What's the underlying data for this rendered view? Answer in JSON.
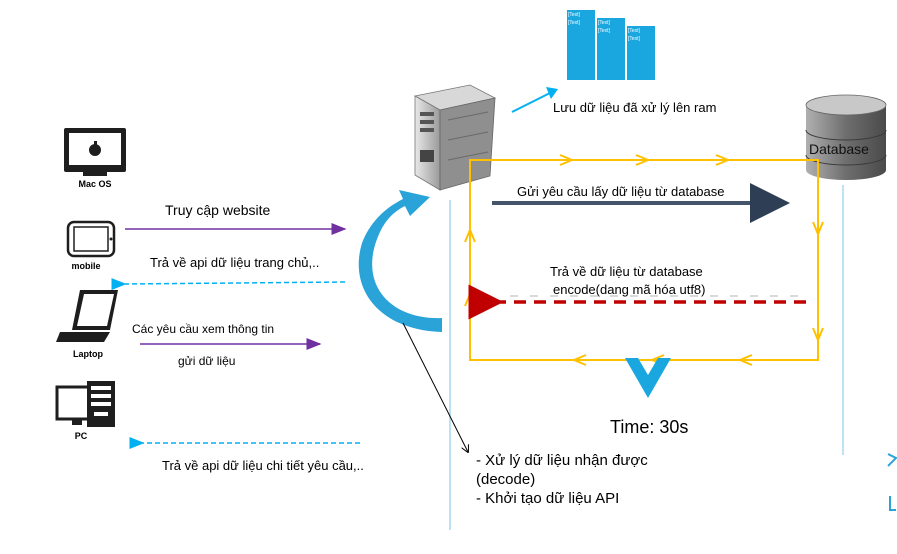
{
  "devices": [
    {
      "name": "mac",
      "label": "Mac OS"
    },
    {
      "name": "mobile",
      "label": "mobile"
    },
    {
      "name": "laptop",
      "label": "Laptop"
    },
    {
      "name": "pc",
      "label": "PC"
    }
  ],
  "flows": {
    "access_website": "Truy cập website",
    "return_homepage_api": "Trả về api dữ liệu trang chủ,..",
    "view_requests": "Các yêu cầu xem thông tin",
    "send_data": "gửi dữ liệu",
    "return_detail_api": "Trả về api dữ liệu chi tiết yêu cầu,.."
  },
  "ram": {
    "label": "Lưu dữ liệu đã xử lý lên ram",
    "block_text": "[Text]"
  },
  "database": {
    "label": "Database",
    "request": "Gửi yêu cầu lấy dữ liệu từ database",
    "return_line1": "Trả về dữ liệu từ database",
    "return_line2": "encode(dang  mã hóa utf8)"
  },
  "timer": {
    "label": "Time: 30s"
  },
  "processing": {
    "line1": "- Xử lý dữ liệu nhận được",
    "line2": "(decode)",
    "line3": "- Khởi tạo dữ liệu API"
  },
  "colors": {
    "purple": "#7030a0",
    "cyan": "#00b0f0",
    "yellow": "#ffc000",
    "dark_red": "#c00000",
    "navy": "#44546a"
  }
}
